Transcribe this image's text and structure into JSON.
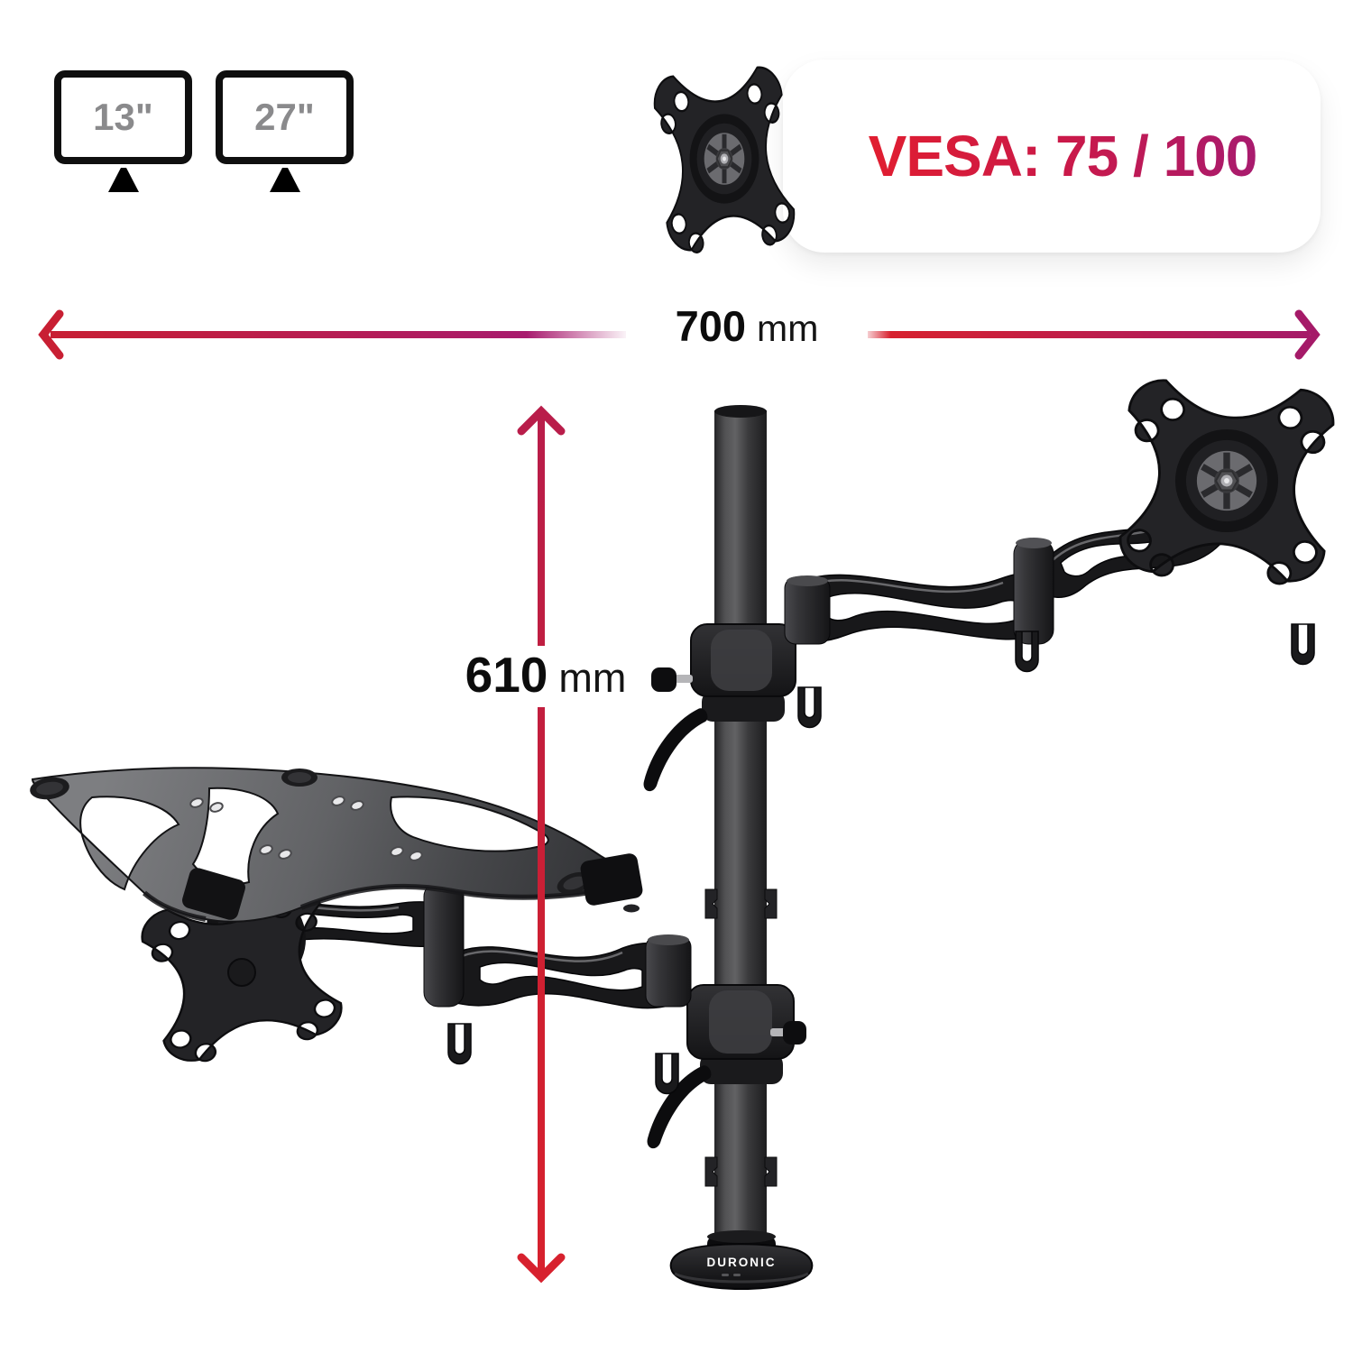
{
  "page": {
    "background": "#ffffff"
  },
  "compatibility": {
    "monitors": [
      {
        "label": "13\""
      },
      {
        "label": "27\""
      }
    ]
  },
  "vesa_badge": {
    "label": "VESA: 75 / 100"
  },
  "dimensions": {
    "width": {
      "value": "700",
      "unit": "mm"
    },
    "height": {
      "value": "610",
      "unit": "mm"
    }
  },
  "brand": {
    "name": "DURONIC"
  },
  "colors": {
    "accent_red": "#d7212e",
    "accent_crimson": "#b91d4a",
    "accent_magenta": "#a81b6e",
    "text_dark": "#111111",
    "monitor_label_gray": "#8a8a8c"
  }
}
